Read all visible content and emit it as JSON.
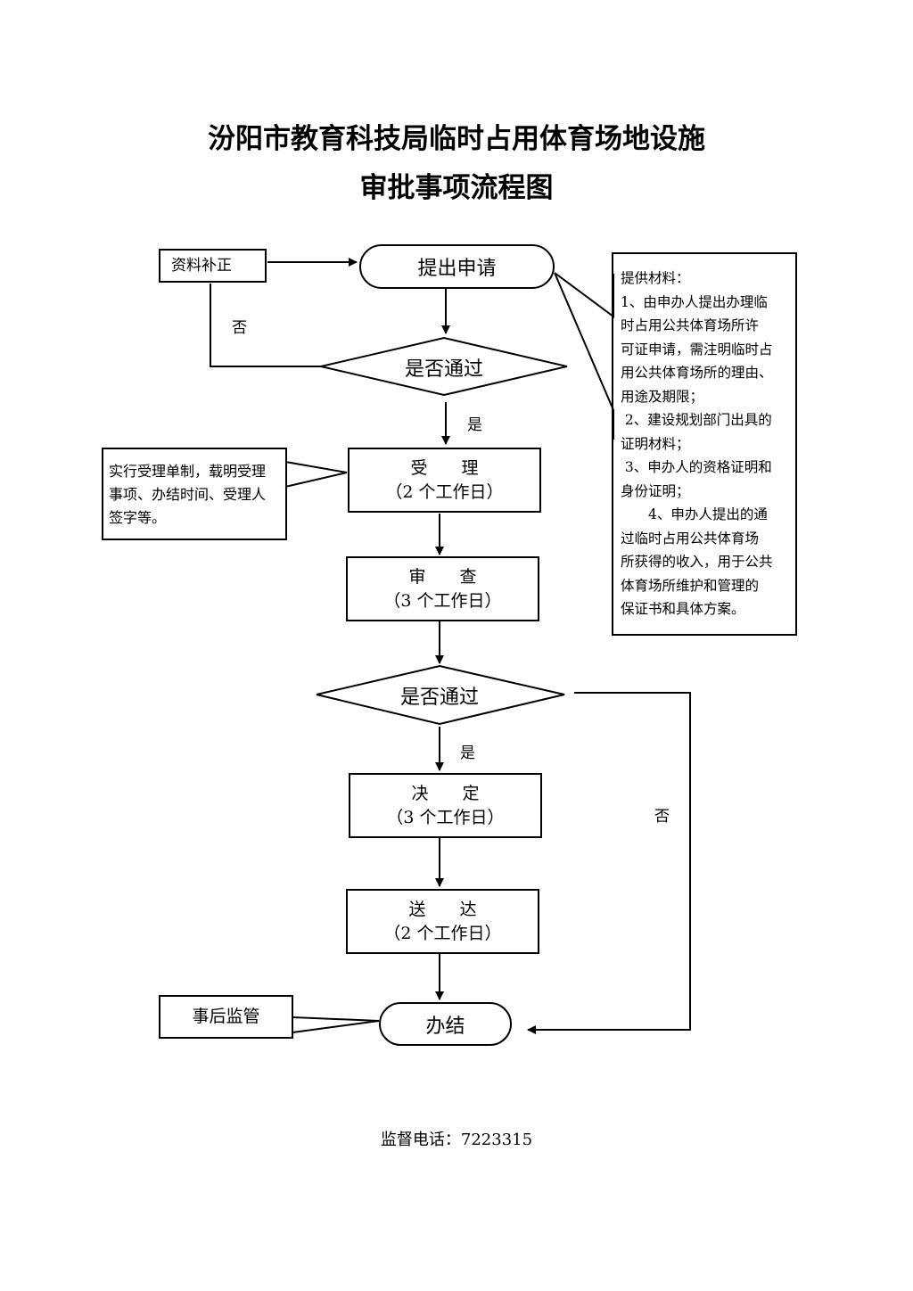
{
  "title": {
    "line1": "汾阳市教育科技局临时占用体育场地设施",
    "line2": "审批事项流程图"
  },
  "nodes": {
    "submit": "提出申请",
    "supplement": "资料补正",
    "decision1": "是否通过",
    "accept": {
      "name": "受　　理",
      "days": "（2 个工作日）"
    },
    "review": {
      "name": "审　　查",
      "days": "（3 个工作日）"
    },
    "decision2": "是否通过",
    "decide": {
      "name": "决　　定",
      "days": "（3 个工作日）"
    },
    "deliver": {
      "name": "送　　达",
      "days": "（2 个工作日）"
    },
    "finish": "办结",
    "supervision": "事后监管"
  },
  "labels": {
    "no1": "否",
    "yes1": "是",
    "yes2": "是",
    "no2": "否"
  },
  "accept_note": {
    "lines": [
      "实行受理单制，载明受理",
      "事项、办结时间、受理人",
      "签字等。"
    ]
  },
  "materials_note": {
    "lines": [
      "提供材料：",
      "1、由申办人提出办理临",
      "时占用公共体育场所许",
      "可证申请，需注明临时占",
      "用公共体育场所的理由、",
      "用途及期限；",
      " 2、建设规划部门出具的",
      "证明材料；",
      " 3、申办人的资格证明和",
      "身份证明；",
      "　　4、申办人提出的通",
      "过临时占用公共体育场",
      "所获得的收入，用于公共",
      "体育场所维护和管理的",
      "保证书和具体方案。"
    ]
  },
  "footer": "监督电话：7223315"
}
